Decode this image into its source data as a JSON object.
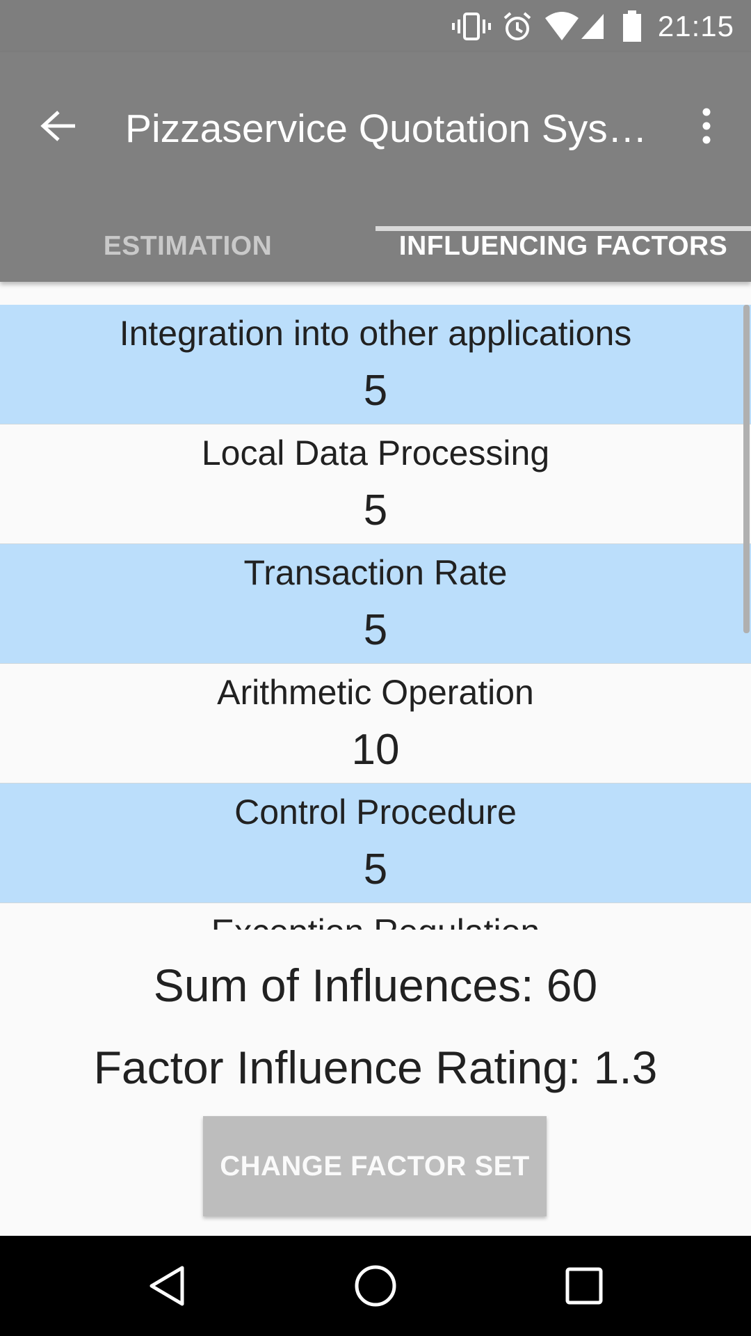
{
  "status_bar": {
    "time": "21:15",
    "icons": [
      "vibrate-icon",
      "alarm-icon",
      "wifi-icon",
      "signal-icon",
      "battery-icon"
    ]
  },
  "app_bar": {
    "title": "Pizzaservice Quotation Sys…"
  },
  "tabs": [
    {
      "label": "ESTIMATION",
      "active": false
    },
    {
      "label": "INFLUENCING FACTORS",
      "active": true
    }
  ],
  "factors": [
    {
      "label": "Integration into other applications",
      "value": "5"
    },
    {
      "label": "Local Data Processing",
      "value": "5"
    },
    {
      "label": "Transaction Rate",
      "value": "5"
    },
    {
      "label": "Arithmetic Operation",
      "value": "10"
    },
    {
      "label": "Control Procedure",
      "value": "5"
    },
    {
      "label": "Exception Regulation",
      "value": ""
    }
  ],
  "summary": {
    "sum_text": "Sum of Influences: 60",
    "rating_text": "Factor Influence Rating: 1.3"
  },
  "button": {
    "change_label": "CHANGE FACTOR SET"
  },
  "colors": {
    "app_bar": "#808080",
    "highlight_row": "#bbdefb",
    "button": "#bdbdbd"
  }
}
